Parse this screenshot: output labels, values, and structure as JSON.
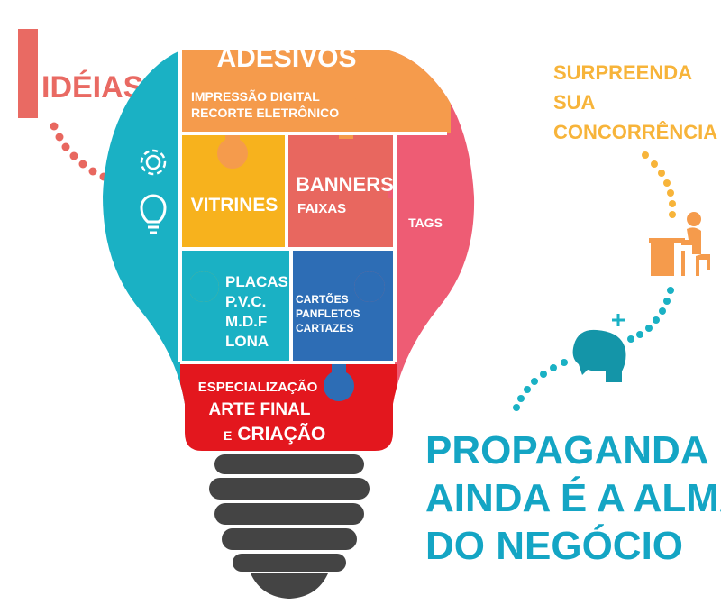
{
  "ideas_title": "IDÉIAS",
  "right_tagline": [
    "SURPREENDA",
    "SUA",
    "CONCORRÊNCIA"
  ],
  "bottom_tagline": [
    "PROPAGANDA",
    "AINDA É A ALMA",
    "DO NEGÓCIO"
  ],
  "pieces": {
    "adesivos": {
      "title": "ADESIVOS",
      "lines": [
        "IMPRESSÃO DIGITAL",
        "RECORTE ELETRÔNICO"
      ]
    },
    "vitrines": {
      "title": "VITRINES"
    },
    "banners": {
      "title": "BANNERS",
      "sub": "FAIXAS"
    },
    "tags": {
      "title": "TAGS"
    },
    "placas": {
      "lines": [
        "PLACAS",
        "P.V.C.",
        "M.D.F",
        "LONA"
      ]
    },
    "cartoes": {
      "lines": [
        "CARTÕES",
        "PANFLETOS",
        "CARTAZES"
      ]
    },
    "especializacao": {
      "line1": "ESPECIALIZAÇÃO",
      "line2": "ARTE FINAL",
      "line3_small": "E",
      "line3_big": "CRIAÇÃO"
    }
  },
  "colors": {
    "orange": "#f59b4c",
    "red_orange": "#e8675f",
    "pink": "#ee5c74",
    "yellow": "#f7b21d",
    "teal": "#1ab1c4",
    "dark_teal": "#1495a8",
    "blue": "#2d6db5",
    "red": "#e3171e",
    "ideas": "#e96a63",
    "gold_text": "#f7b43a",
    "tagline": "#14a5c4",
    "base": "#444444",
    "dots_red": "#e8675f",
    "dots_gold": "#f7b43a",
    "dots_teal": "#1ab1c4"
  },
  "icons": [
    "gear-icon",
    "lightbulb-icon",
    "person-at-desk-icon",
    "head-plus-icon"
  ]
}
